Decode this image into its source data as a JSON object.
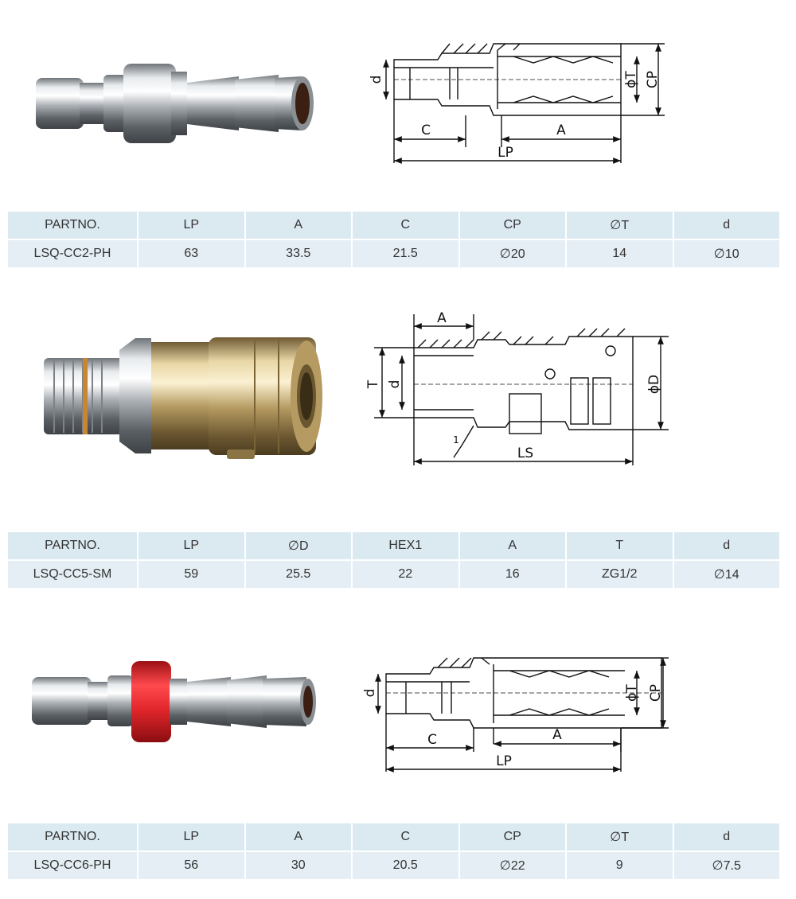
{
  "products": [
    {
      "drawing_labels": {
        "d": "d",
        "C": "C",
        "A": "A",
        "LP": "LP",
        "T": "ϕT",
        "CP": "CP"
      },
      "table": {
        "headers": [
          "PARTNO.",
          "LP",
          "A",
          "C",
          "CP",
          "∅T",
          "d"
        ],
        "values": [
          "LSQ-CC2-PH",
          "63",
          "33.5",
          "21.5",
          "∅20",
          "14",
          "∅10"
        ]
      }
    },
    {
      "drawing_labels": {
        "A": "A",
        "T": "T",
        "d": "d",
        "LS": "LS",
        "D": "ϕD",
        "one": "1"
      },
      "table": {
        "headers": [
          "PARTNO.",
          "LP",
          "∅D",
          "HEX1",
          "A",
          "T",
          "d"
        ],
        "values": [
          "LSQ-CC5-SM",
          "59",
          "25.5",
          "22",
          "16",
          "ZG1/2",
          "∅14"
        ]
      }
    },
    {
      "drawing_labels": {
        "d": "d",
        "C": "C",
        "A": "A",
        "LP": "LP",
        "T": "ϕT",
        "CP": "CP"
      },
      "table": {
        "headers": [
          "PARTNO.",
          "LP",
          "A",
          "C",
          "CP",
          "∅T",
          "d"
        ],
        "values": [
          "LSQ-CC6-PH",
          "56",
          "30",
          "20.5",
          "∅22",
          "9",
          "∅7.5"
        ]
      }
    }
  ],
  "colors": {
    "table_header_bg": "#dbe9f1",
    "table_value_bg": "#e4eef4",
    "chrome": "#c8ccd0",
    "brass": "#c9b07a",
    "red_sleeve": "#e0262b"
  }
}
